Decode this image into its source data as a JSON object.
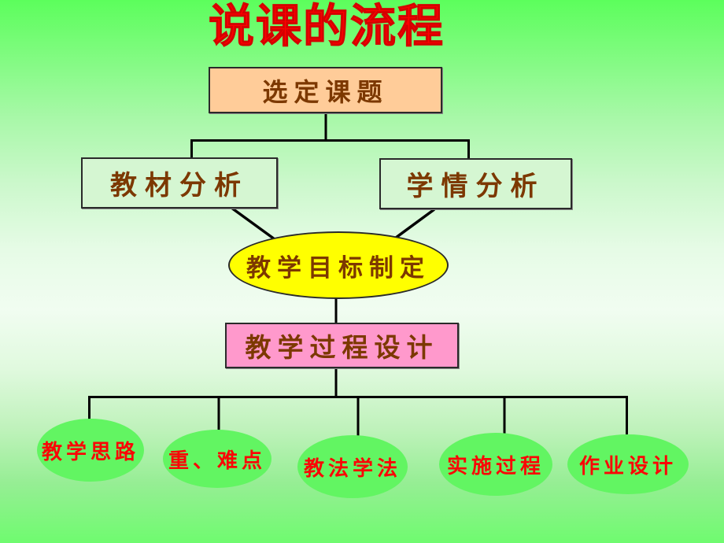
{
  "slide": {
    "title": "说课的流程",
    "nodes": {
      "select_topic": "选定课题",
      "material_analysis": "教材分析",
      "learner_analysis": "学情分析",
      "goal_setting": "教学目标制定",
      "process_design": "教学过程设计",
      "teaching_idea": "教学思路",
      "key_points": "重、难点",
      "teach_learn_methods": "教法学法",
      "implementation": "实施过程",
      "homework_design": "作业设计"
    },
    "palette": {
      "title_red": "#fe0000",
      "node_text_brown": "#7c3800",
      "leaf_text_red": "#fa0606",
      "topic_fill": "#ffcc99",
      "analysis_fill": "#d5f6d2",
      "goal_fill": "#ffff00",
      "process_fill": "#ff99cc",
      "leaf_fill": "#62f562",
      "background_green_top": "#5cfe5c",
      "background_green_mid": "#f1fdf1",
      "background_green_bottom": "#6ffb6f",
      "connector_black": "#000000"
    }
  }
}
